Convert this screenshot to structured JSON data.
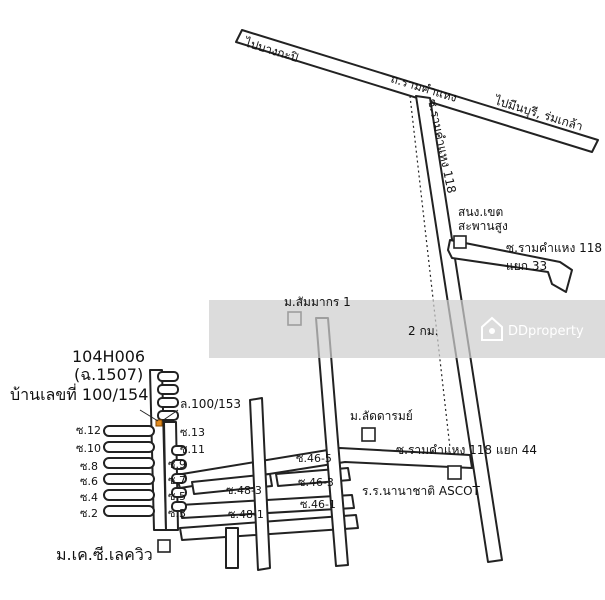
{
  "labels": {
    "to_bang_kapi": "ไปบางกะปิ",
    "ramkhamhaeng_road": "ถ.รามคำแหง",
    "to_min_buri": "ไปมีนบุรี, ร่มเกล้า",
    "soi_ram_118": "ซ.รามคำแหง 118",
    "police_station_line1": "สนง.เขต",
    "police_station_line2": "สะพานสูง",
    "soi_118_yaek33_line1": "ซ.รามคำแหง 118",
    "soi_118_yaek33_line2": "แยก 33",
    "moo_sammakorn": "ม.สัมมากร 1",
    "distance": "2 กม.",
    "property_code": "104H006",
    "property_sub": "(ฉ.1507)",
    "house_number": "บ้านเลขที่ 100/154",
    "lot_number": "ล.100/153",
    "moo_ladda": "ม.ลัดดารมย์",
    "soi_118_yaek44": "ซ.รามคำแหง 118 แยก 44",
    "school_ascot": "ร.ร.นานาชาติ ASCOT",
    "village_kc": "ม.เค.ซี.เลควิว",
    "soi_46_5": "ซ.46-5",
    "soi_46_3": "ซ.46-3",
    "soi_46_1": "ซ.46-1",
    "soi_48_3": "ซ.48-3",
    "soi_48_1": "ซ.48-1",
    "soi_12": "ซ.12",
    "soi_10": "ซ.10",
    "soi_8": "ซ.8",
    "soi_6": "ซ.6",
    "soi_4": "ซ.4",
    "soi_2": "ซ.2",
    "soi_13": "ซ.13",
    "soi_11": "ซ.11",
    "soi_9": "ซ.9",
    "soi_7": "ซ.7",
    "soi_5": "ซ.5",
    "soi_3": "ซ.3"
  },
  "watermark": {
    "brand": "DDproperty",
    "logo_icon": "ddproperty-logo-icon"
  },
  "colors": {
    "road_stroke": "#222222",
    "road_fill": "#ffffff",
    "marker": "#e08a1e",
    "watermark_band": "#cfcfcf"
  }
}
